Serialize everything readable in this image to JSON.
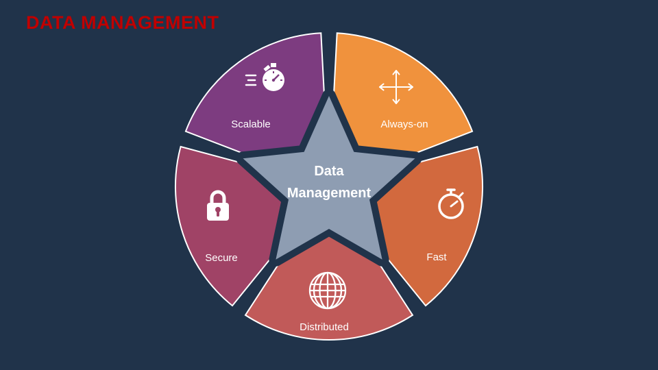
{
  "title": "DATA MANAGEMENT",
  "center": {
    "label": "Data Management"
  },
  "segments": [
    {
      "id": "scalable",
      "label": "Scalable",
      "icon": "speedometer-icon",
      "color": "#7D3C80"
    },
    {
      "id": "always-on",
      "label": "Always-on",
      "icon": "move-arrows-icon",
      "color": "#F0923D"
    },
    {
      "id": "fast",
      "label": "Fast",
      "icon": "stopwatch-icon",
      "color": "#D2693E"
    },
    {
      "id": "distributed",
      "label": "Distributed",
      "icon": "globe-icon",
      "color": "#C15A59"
    },
    {
      "id": "secure",
      "label": "Secure",
      "icon": "padlock-icon",
      "color": "#A04366"
    }
  ],
  "colors": {
    "background": "#20334A",
    "title": "#C00000",
    "star": "#8E9DB2",
    "icon": "#FFFFFF",
    "segment_outline": "#FFFFFF"
  }
}
